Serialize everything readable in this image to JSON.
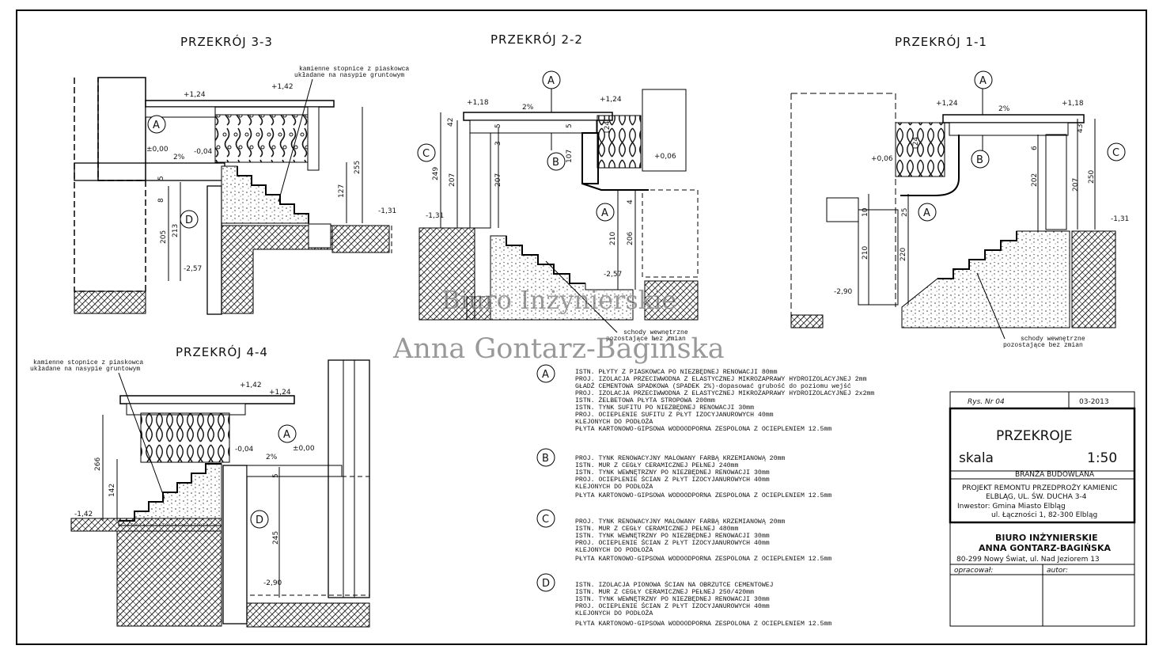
{
  "sections": [
    {
      "id": "s33",
      "title": "PRZEKRÓJ 3-3",
      "note": [
        "kamienne stopnice z piaskowca",
        "układane na nasypie gruntowym"
      ],
      "levels": [
        "+1,24",
        "+1,42",
        "±0,00",
        "-0,04",
        "-1,31",
        "-2,57"
      ],
      "slope": "2%",
      "dims": [
        "255",
        "127",
        "5",
        "8",
        "213",
        "205"
      ],
      "markers": [
        "A",
        "D"
      ]
    },
    {
      "id": "s22",
      "title": "PRZEKRÓJ 2-2",
      "note": [
        "schody wewnętrzne",
        "pozostające bez zmian"
      ],
      "levels": [
        "+1,18",
        "+1,24",
        "+0,06",
        "-1,31",
        "-2,57"
      ],
      "slope": "2%",
      "dims": [
        "42",
        "249",
        "207",
        "207",
        "5",
        "3",
        "5",
        "107",
        "124",
        "210",
        "206",
        "4"
      ],
      "markers": [
        "A",
        "C",
        "B",
        "A"
      ]
    },
    {
      "id": "s11",
      "title": "PRZEKRÓJ 1-1",
      "note": [
        "schody wewnętrzne",
        "pozostające bez zmian"
      ],
      "levels": [
        "+1,24",
        "+1,18",
        "+0,06",
        "-1,31",
        "-2,90"
      ],
      "slope": "2%",
      "dims": [
        "43",
        "207",
        "250",
        "202",
        "6",
        "124",
        "25",
        "10",
        "210",
        "220"
      ],
      "markers": [
        "A",
        "B",
        "A",
        "C"
      ]
    },
    {
      "id": "s44",
      "title": "PRZEKRÓJ 4-4",
      "note": [
        "kamienne stopnice z piaskowca",
        "układane na nasypie gruntowym"
      ],
      "levels": [
        "+1,42",
        "+1,24",
        "-0,04",
        "±0,00",
        "-1,42",
        "-2,90"
      ],
      "slope": "2%",
      "dims": [
        "266",
        "142",
        "5",
        "245"
      ],
      "markers": [
        "A",
        "D"
      ]
    }
  ],
  "watermark": {
    "line1": "Biuro Inżynierskie",
    "line2": "Anna Gontarz-Bagińska"
  },
  "legend": [
    {
      "mark": "A",
      "lines": [
        "ISTN. PŁYTY Z PIASKOWCA PO NIEZBĘDNEJ RENOWACJI 80mm",
        "PROJ. IZOLACJA PRZECIWWODNA Z ELASTYCZNEJ MIKROZAPRAWY HYDROIZOLACYJNEJ 2mm",
        "GŁADŹ CEMENTOWA SPADKOWA (SPADEK 2%)-dopasować grubość do poziomu wejść",
        "PROJ. IZOLACJA PRZECIWWODNA Z ELASTYCZNEJ MIKROZAPRAWY HYDROIZOLACYJNEJ 2x2mm",
        "ISTN. ŻELBETOWA PŁYTA STROPOWA 200mm",
        "ISTN. TYNK SUFITU PO NIEZBĘDNEJ RENOWACJI 30mm",
        "PROJ. OCIEPLENIE SUFITU Z PŁYT IZOCYJANUROWYCH   40mm",
        "KLEJONYCH DO PODŁOŻA",
        "PŁYTA KARTONOWO-GIPSOWA WODOODPORNA ZESPOLONA Z OCIEPLENIEM 12.5mm"
      ]
    },
    {
      "mark": "B",
      "lines": [
        "PROJ. TYNK RENOWACYJNY MALOWANY FARBĄ KRZEMIANOWĄ 20mm",
        "ISTN. MUR Z CEGŁY CERAMICZNEJ PEŁNEJ 240mm",
        "ISTN. TYNK WEWNĘTRZNY PO NIEZBĘDNEJ RENOWACJI 30mm",
        "PROJ. OCIEPLENIE ŚCIAN Z PŁYT IZOCYJANUROWYCH   40mm",
        "KLEJONYCH DO PODŁOŻA",
        "PŁYTA KARTONOWO-GIPSOWA WODOODPORNA ZESPOLONA Z OCIEPLENIEM 12.5mm"
      ]
    },
    {
      "mark": "C",
      "lines": [
        "PROJ. TYNK RENOWACYJNY MALOWANY FARBĄ KRZEMIANOWĄ 20mm",
        "ISTN. MUR Z CEGŁY CERAMICZNEJ PEŁNEJ 480mm",
        "ISTN. TYNK WEWNĘTRZNY PO NIEZBĘDNEJ RENOWACJI 30mm",
        "PROJ. OCIEPLENIE ŚCIAN Z PŁYT IZOCYJANUROWYCH   40mm",
        "KLEJONYCH DO PODŁOŻA",
        "PŁYTA KARTONOWO-GIPSOWA WODOODPORNA ZESPOLONA Z OCIEPLENIEM 12.5mm"
      ]
    },
    {
      "mark": "D",
      "lines": [
        "ISTN. IZOLACJA PIONOWA ŚCIAN NA OBRZUTCE CEMENTOWEJ",
        "ISTN. MUR Z CEGŁY CERAMICZNEJ PEŁNEJ 250/420mm",
        "ISTN. TYNK WEWNĘTRZNY PO NIEZBĘDNEJ RENOWACJI 30mm",
        "PROJ. OCIEPLENIE ŚCIAN Z PŁYT IZOCYJANUROWYCH   40mm",
        "KLEJONYCH DO PODŁOŻA",
        "PŁYTA KARTONOWO-GIPSOWA WODOODPORNA ZESPOLONA Z OCIEPLENIEM 12.5mm"
      ]
    }
  ],
  "titleblock": {
    "rys": "Rys. Nr 04",
    "date": "03-2013",
    "title": "PRZEKROJE",
    "scale_label": "skala",
    "scale": "1:50",
    "branch": "BRANŻA BUDOWLANA",
    "project1": "PROJEKT REMONTU PRZEDPROŻY KAMIENIC",
    "project2": "ELBLĄG, UL. ŚW. DUCHA 3-4",
    "investor1": "Inwestor: Gmina Miasto Elbląg",
    "investor2": "ul. Łączności 1, 82-300 Elbląg",
    "company1": "BIURO INŻYNIERSKIE",
    "company2": "ANNA GONTARZ-BAGIŃSKA",
    "address": "80-299 Nowy Świat, ul. Nad Jeziorem 13",
    "prepared": "opracował:",
    "author": "autor:"
  }
}
